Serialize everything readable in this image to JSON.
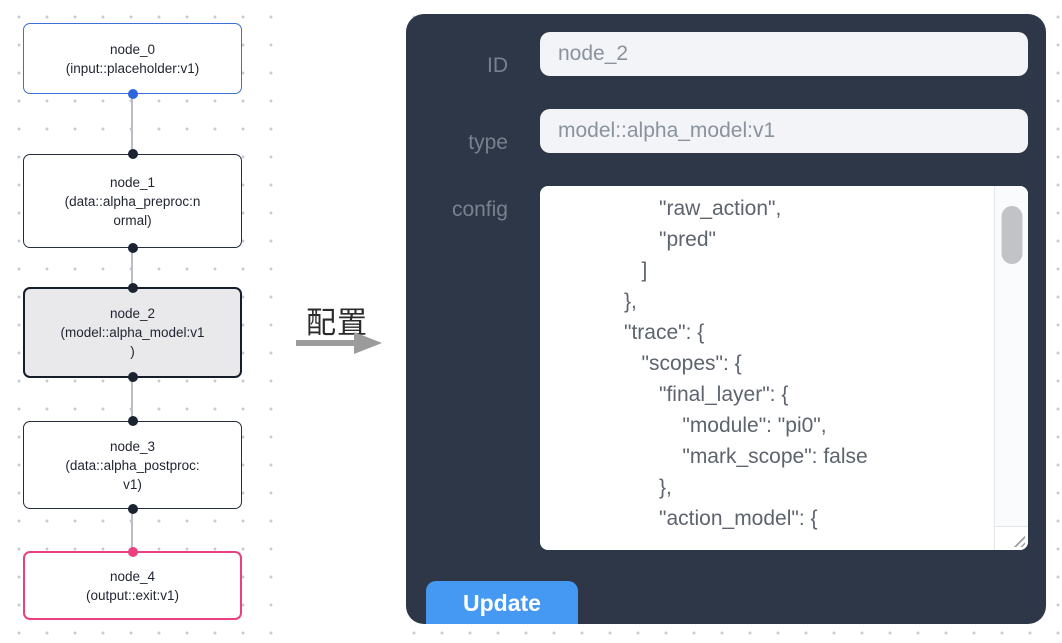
{
  "canvas": {
    "nodes": [
      {
        "id": "node_0",
        "label": "node_0\n(input::placeholder:v1)",
        "kind": "input"
      },
      {
        "id": "node_1",
        "label": "node_1\n(data::alpha_preproc:n\normal)",
        "kind": "default"
      },
      {
        "id": "node_2",
        "label": "node_2\n(model::alpha_model:v1\n)",
        "kind": "selected"
      },
      {
        "id": "node_3",
        "label": "node_3\n(data::alpha_postproc:\nv1)",
        "kind": "default"
      },
      {
        "id": "node_4",
        "label": "node_4\n(output::exit:v1)",
        "kind": "output"
      }
    ]
  },
  "transition": {
    "label": "配置"
  },
  "panel": {
    "fields": [
      {
        "label": "ID",
        "value": "node_2"
      },
      {
        "label": "type",
        "value": "model::alpha_model:v1"
      }
    ],
    "config": {
      "label": "config",
      "text": "                  \"raw_action\",\n                  \"pred\"\n               ]\n            },\n            \"trace\": {\n               \"scopes\": {\n                  \"final_layer\": {\n                      \"module\": \"pi0\",\n                      \"mark_scope\": false\n                  },\n                  \"action_model\": {"
    },
    "update_label": "Update"
  },
  "colors": {
    "panel_bg": "#2d3748",
    "input_bg": "#f2f4f7",
    "input_text": "#8b929e",
    "panel_label_text": "#79818e",
    "config_text": "#5d646e",
    "update_button_bg": "#4599f2",
    "update_button_text": "#ffffff",
    "node_default_border": "#252c3c",
    "node_input_border": "#3b6fd4",
    "node_selected_bg": "#e9e9ec",
    "node_selected_border": "#161d2b",
    "node_output_border": "#ea3f80",
    "port_dark": "#1b2231",
    "port_blue": "#2b66dd",
    "port_pink": "#ea3f80",
    "edge_line": "#b9bdc5",
    "grid_dot": "#c7cad0",
    "arrow": "#9b9b9b"
  }
}
